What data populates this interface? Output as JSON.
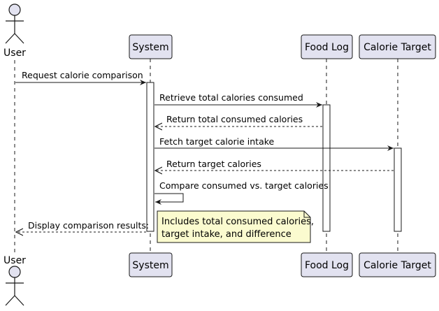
{
  "colors": {
    "participant_fill": "#e2e2f0",
    "participant_stroke": "#181818",
    "lifeline": "#181818",
    "activation_fill": "#ffffff",
    "note_fill": "#fbfbcf",
    "note_stroke": "#181818"
  },
  "participants": [
    {
      "id": "user",
      "label": "User",
      "kind": "actor"
    },
    {
      "id": "system",
      "label": "System",
      "kind": "participant"
    },
    {
      "id": "food_log",
      "label": "Food Log",
      "kind": "participant"
    },
    {
      "id": "calorie_target",
      "label": "Calorie Target",
      "kind": "participant"
    }
  ],
  "messages": [
    {
      "from": "user",
      "to": "system",
      "label": "Request calorie comparison",
      "style": "solid"
    },
    {
      "from": "system",
      "to": "food_log",
      "label": "Retrieve total calories consumed",
      "style": "solid"
    },
    {
      "from": "food_log",
      "to": "system",
      "label": "Return total consumed calories",
      "style": "dashed"
    },
    {
      "from": "system",
      "to": "calorie_target",
      "label": "Fetch target calorie intake",
      "style": "solid"
    },
    {
      "from": "calorie_target",
      "to": "system",
      "label": "Return target calories",
      "style": "dashed"
    },
    {
      "from": "system",
      "to": "system",
      "label": "Compare consumed vs. target calories",
      "style": "solid"
    },
    {
      "from": "system",
      "to": "user",
      "label": "Display comparison results:",
      "style": "dashed"
    }
  ],
  "note": {
    "lines": [
      "Includes total consumed calories,",
      "target intake, and difference"
    ]
  }
}
